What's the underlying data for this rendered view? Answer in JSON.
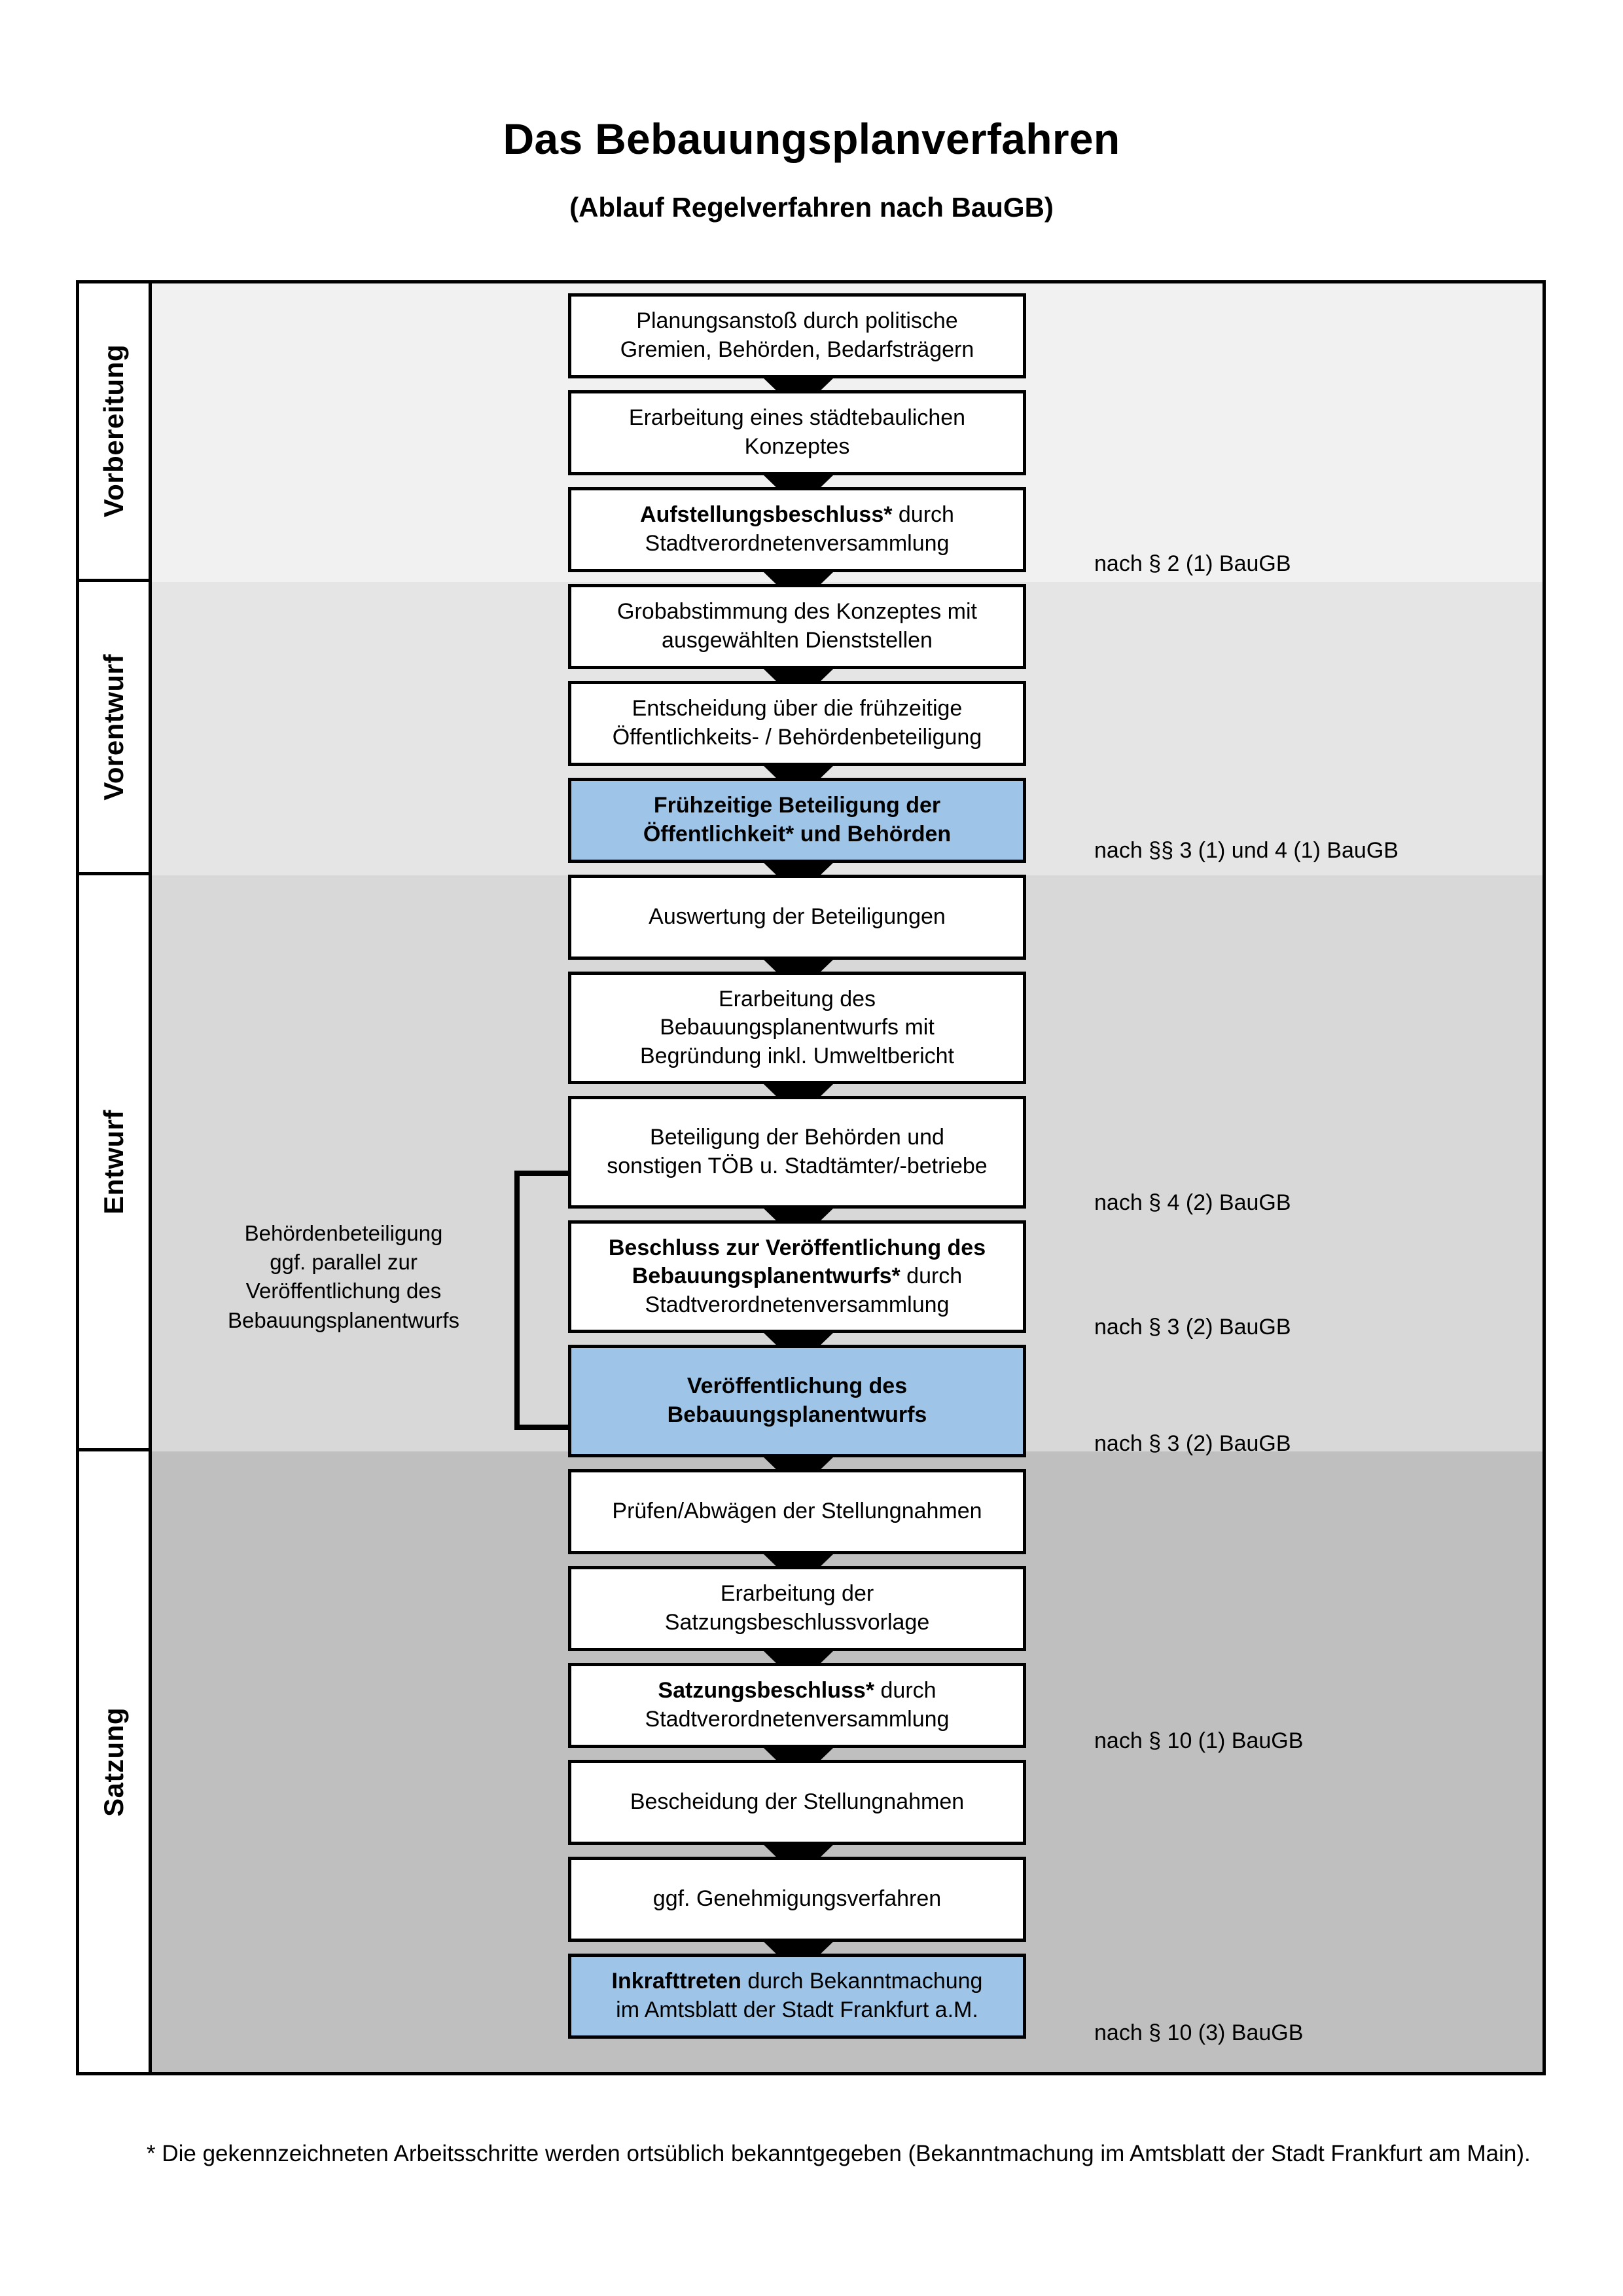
{
  "title": {
    "main": "Das Bebauungsplanverfahren",
    "sub": "(Ablauf Regelverfahren nach BauGB)"
  },
  "phases": [
    {
      "label": "Vorbereitung",
      "band_color": "#F1F1F1"
    },
    {
      "label": "Vorentwurf",
      "band_color": "#E5E5E5"
    },
    {
      "label": "Entwurf",
      "band_color": "#D8D8D8"
    },
    {
      "label": "Satzung",
      "band_color": "#BFBFBF"
    }
  ],
  "steps": [
    {
      "id": "planungsanstoss",
      "phase": "Vorbereitung",
      "lines": [
        "Planungsanstoß durch politische",
        "Gremien, Behörden, Bedarfsträgern"
      ],
      "bold_prefix": "",
      "highlight": false
    },
    {
      "id": "konzept",
      "phase": "Vorbereitung",
      "lines": [
        "Erarbeitung eines städtebaulichen",
        "Konzeptes"
      ],
      "bold_prefix": "",
      "highlight": false
    },
    {
      "id": "aufstellungsbeschluss",
      "phase": "Vorbereitung",
      "lines": [
        "Aufstellungsbeschluss* durch",
        "Stadtverordnetenversammlung"
      ],
      "bold_prefix": "Aufstellungsbeschluss*",
      "highlight": false
    },
    {
      "id": "grobabstimmung",
      "phase": "Vorentwurf",
      "lines": [
        "Grobabstimmung des Konzeptes mit",
        "ausgewählten Dienststellen"
      ],
      "bold_prefix": "",
      "highlight": false
    },
    {
      "id": "entscheidung",
      "phase": "Vorentwurf",
      "lines": [
        "Entscheidung über die frühzeitige",
        "Öffentlichkeits- / Behördenbeteiligung"
      ],
      "bold_prefix": "",
      "highlight": false
    },
    {
      "id": "fruehzeitige-beteiligung",
      "phase": "Vorentwurf",
      "lines": [
        "Frühzeitige Beteiligung der",
        "Öffentlichkeit* und Behörden"
      ],
      "bold_prefix": "ALL",
      "highlight": true
    },
    {
      "id": "auswertung",
      "phase": "Entwurf",
      "lines": [
        "Auswertung der Beteiligungen"
      ],
      "bold_prefix": "",
      "highlight": false
    },
    {
      "id": "erarbeitung-entwurf",
      "phase": "Entwurf",
      "lines": [
        "Erarbeitung des",
        "Bebauungsplanentwurfs mit",
        "Begründung inkl. Umweltbericht"
      ],
      "bold_prefix": "",
      "highlight": false
    },
    {
      "id": "toeb-beteiligung",
      "phase": "Entwurf",
      "lines": [
        "Beteiligung der Behörden und",
        "sonstigen TÖB u. Stadtämter/-betriebe"
      ],
      "bold_prefix": "",
      "highlight": false
    },
    {
      "id": "beschluss-veroeffentlichung",
      "phase": "Entwurf",
      "lines": [
        "Beschluss zur Veröffentlichung des",
        "Bebauungsplanentwurfs* durch",
        "Stadtverordnetenversammlung"
      ],
      "bold_prefix": "Beschluss zur Veröffentlichung des Bebauungsplanentwurfs*",
      "highlight": false
    },
    {
      "id": "veroeffentlichung",
      "phase": "Entwurf",
      "lines": [
        "Veröffentlichung des",
        "Bebauungsplanentwurfs"
      ],
      "bold_prefix": "ALL",
      "highlight": true
    },
    {
      "id": "pruefen-abwaegen",
      "phase": "Satzung",
      "lines": [
        "Prüfen/Abwägen der Stellungnahmen"
      ],
      "bold_prefix": "",
      "highlight": false
    },
    {
      "id": "satzungsvorlage",
      "phase": "Satzung",
      "lines": [
        "Erarbeitung der",
        "Satzungsbeschlussvorlage"
      ],
      "bold_prefix": "",
      "highlight": false
    },
    {
      "id": "satzungsbeschluss",
      "phase": "Satzung",
      "lines": [
        "Satzungsbeschluss* durch",
        "Stadtverordnetenversammlung"
      ],
      "bold_prefix": "Satzungsbeschluss*",
      "highlight": false
    },
    {
      "id": "bescheidung",
      "phase": "Satzung",
      "lines": [
        "Bescheidung der Stellungnahmen"
      ],
      "bold_prefix": "",
      "highlight": false
    },
    {
      "id": "genehmigungsverfahren",
      "phase": "Satzung",
      "lines": [
        "ggf. Genehmigungsverfahren"
      ],
      "bold_prefix": "",
      "highlight": false
    },
    {
      "id": "inkrafttreten",
      "phase": "Satzung",
      "lines": [
        "Inkrafttreten durch Bekanntmachung",
        "im Amtsblatt der Stadt Frankfurt a.M."
      ],
      "bold_prefix": "Inkrafttreten",
      "highlight": true
    }
  ],
  "references": [
    {
      "id": "ref-2-1",
      "text": "nach § 2 (1) BauGB"
    },
    {
      "id": "ref-3-1-4-1",
      "text": "nach §§ 3 (1) und 4 (1) BauGB"
    },
    {
      "id": "ref-4-2",
      "text": "nach § 4 (2) BauGB"
    },
    {
      "id": "ref-3-2a",
      "text": "nach § 3 (2) BauGB"
    },
    {
      "id": "ref-3-2b",
      "text": "nach § 3 (2) BauGB"
    },
    {
      "id": "ref-10-1",
      "text": "nach § 10 (1) BauGB"
    },
    {
      "id": "ref-10-3",
      "text": "nach § 10 (3) BauGB"
    }
  ],
  "side_annotation": "Behördenbeteiligung\nggf. parallel zur\nVeröffentlichung des\nBebauungsplanentwurfs",
  "footnote": "* Die gekennzeichneten Arbeitsschritte werden ortsüblich bekanntgegeben (Bekanntmachung im Amtsblatt  der Stadt Frankfurt am Main).",
  "colors": {
    "highlight_box": "#9EC5E8",
    "border": "#000000",
    "page_background": "#FFFFFF"
  }
}
